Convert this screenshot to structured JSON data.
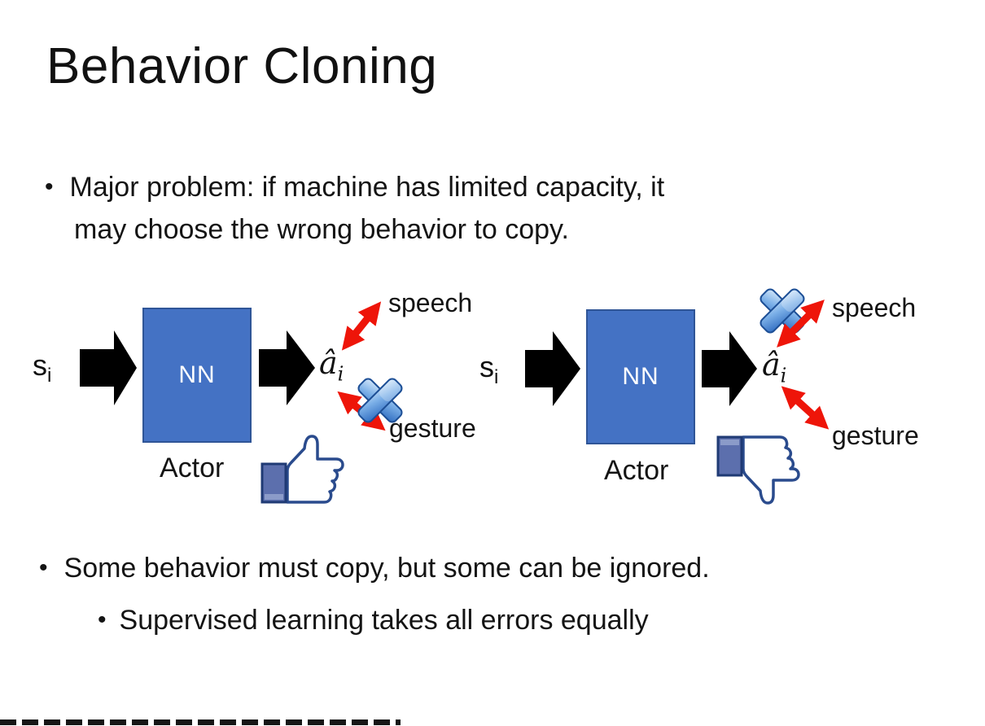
{
  "slide_title": "Behavior Cloning",
  "bullets": {
    "bullet_char": "•",
    "b1_line1": "Major problem: if machine has limited capacity, it",
    "b1_line2": "may choose the wrong behavior to copy.",
    "b2": "Some behavior must copy, but some can be ignored.",
    "b2_sub": "Supervised learning takes all errors equally"
  },
  "diagram": {
    "left": {
      "input": "s",
      "input_sub": "i",
      "box": "NN",
      "output": "â",
      "output_sub": "i",
      "role": "Actor",
      "branch_top": "speech",
      "branch_bottom": "gesture",
      "crossed_out_branch": "gesture",
      "feedback_icon": "thumbs-up"
    },
    "right": {
      "input": "s",
      "input_sub": "i",
      "box": "NN",
      "output": "â",
      "output_sub": "i",
      "role": "Actor",
      "branch_top": "speech",
      "branch_bottom": "gesture",
      "crossed_out_branch": "speech",
      "feedback_icon": "thumbs-down"
    }
  },
  "colors": {
    "box_fill": "#4472C4",
    "box_border": "#2F5597",
    "flow_arrow": "#000000",
    "branch_arrow_red": "#EE1509",
    "cross_blue": "#4A8ADA",
    "thumb_outline_navy": "#2A4B8D",
    "thumb_sleeve_blue": "#5C6FAD",
    "text": "#141414"
  }
}
